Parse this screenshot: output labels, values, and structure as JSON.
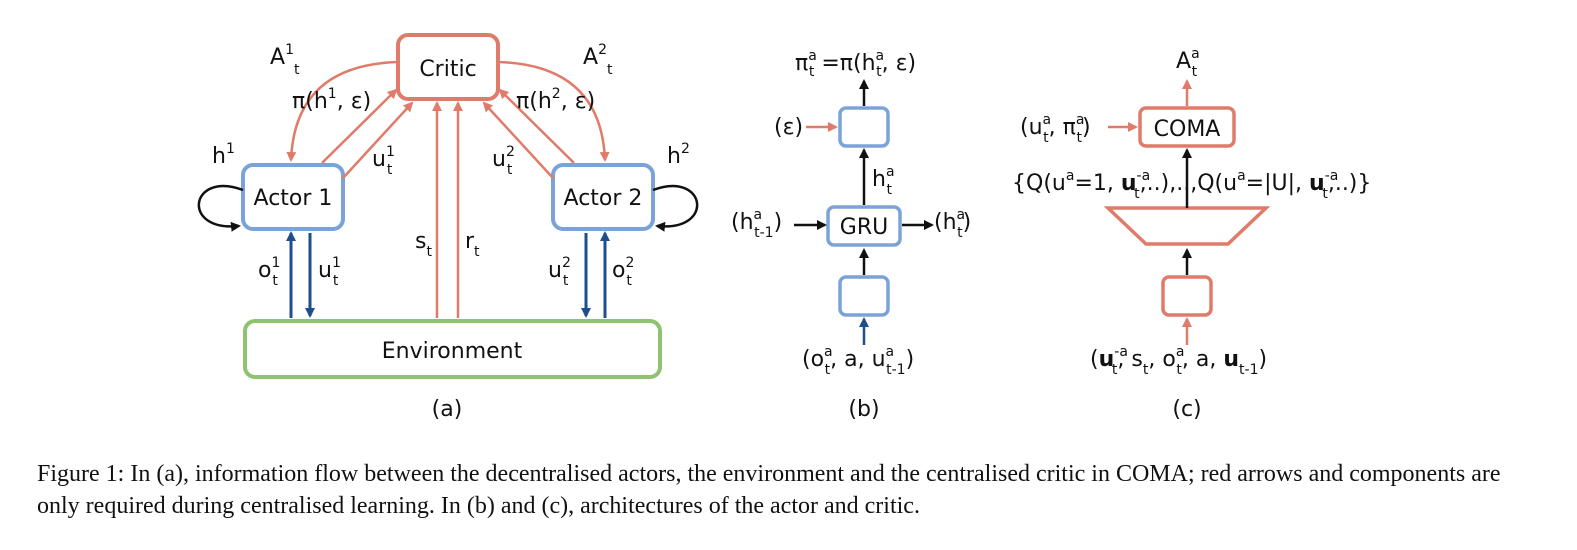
{
  "colors": {
    "critic": "#e07b6a",
    "actor": "#7ba3d8",
    "environment": "#8fc36f",
    "blue_arrow": "#1f4e8c",
    "black": "#111111"
  },
  "panel_a": {
    "critic_label": "Critic",
    "actor1_label": "Actor 1",
    "actor2_label": "Actor 2",
    "environment_label": "Environment",
    "label_A1": "A",
    "label_A1_sup": "1",
    "label_A1_sub": "t",
    "label_A2": "A",
    "label_A2_sup": "2",
    "label_A2_sub": "t",
    "label_pi1": "π(h",
    "label_pi1_sup": "1",
    "label_pi1_end": ", ε)",
    "label_pi2": "π(h",
    "label_pi2_sup": "2",
    "label_pi2_end": ", ε)",
    "label_u1": "u",
    "label_u1_sup": "1",
    "label_u1_sub": "t",
    "label_u2": "u",
    "label_u2_sup": "2",
    "label_u2_sub": "t",
    "label_h1": "h",
    "label_h1_sup": "1",
    "label_h2": "h",
    "label_h2_sup": "2",
    "label_o1": "o",
    "label_o1_sup": "1",
    "label_o1_sub": "t",
    "label_o2": "o",
    "label_o2_sup": "2",
    "label_o2_sub": "t",
    "label_s": "s",
    "label_s_sub": "t",
    "label_r": "r",
    "label_r_sub": "t",
    "caption": "(a)"
  },
  "panel_b": {
    "top_label_a": "π",
    "top_label_sup1": "a",
    "top_label_sub1": "t",
    "top_label_b": " =π(h",
    "top_label_sup2": "a",
    "top_label_sub2": "t",
    "top_label_c": ", ε)",
    "eps_label": "(ε)",
    "ha_label": "h",
    "ha_sup": "a",
    "ha_sub": "t",
    "gru_label": "GRU",
    "hin_label": "(h",
    "hin_sup": "a",
    "hin_sub": "t-1",
    "hin_end": ")",
    "hout_label": "(h",
    "hout_sup": "a",
    "hout_sub": "t",
    "hout_end": ")",
    "input_a": "(o",
    "input_sup": "a",
    "input_sub": "t",
    "input_b": ", a, u",
    "input_sup2": "a",
    "input_sub2": "t-1",
    "input_end": ")",
    "caption": "(b)"
  },
  "panel_c": {
    "top_label": "A",
    "top_sup": "a",
    "top_sub": "t",
    "coma_label": "COMA",
    "in_label_a": "(u",
    "in_sup1": "a",
    "in_sub1": "t",
    "in_label_b": ", π",
    "in_sup2": "a",
    "in_sub2": "t",
    "in_end": ")",
    "q_a": "{Q(u",
    "q_sup1": "a",
    "q_b": "=1, ",
    "q_bold1": "u",
    "q_sup2": "-a",
    "q_sub2": "t",
    "q_c": ",..),..,Q(u",
    "q_sup3": "a",
    "q_d": "=|U|, ",
    "q_bold2": "u",
    "q_sup4": "-a",
    "q_sub4": "t",
    "q_e": ",..)}",
    "input_a": "(",
    "input_bold1": "u",
    "input_sup1": "-a",
    "input_sub1": "t",
    "input_b": ", s",
    "input_sub2": "t",
    "input_c": ", o",
    "input_sup3": "a",
    "input_sub3": "t",
    "input_d": ", a, ",
    "input_bold2": "u",
    "input_sub4": "t-1",
    "input_end": ")",
    "caption": "(c)"
  },
  "figure_caption": "Figure 1: In (a), information flow between the decentralised actors, the environment and the centralised critic in COMA; red arrows and components are only required during centralised learning. In (b) and (c), architectures of the actor and critic."
}
